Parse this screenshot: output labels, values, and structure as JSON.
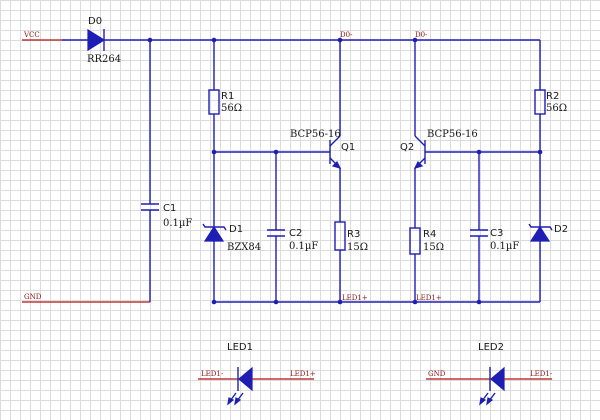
{
  "nets": {
    "vcc": "VCC",
    "gnd": "GND",
    "d0_a": "D0-",
    "d0_b": "D0-",
    "led1p_a": "LED1+",
    "led1p_b": "LED1+",
    "led1m_a": "LED1-",
    "led1p_c": "LED1+",
    "gnd_b": "GND",
    "led1m_b": "LED1-"
  },
  "components": {
    "d0": {
      "ref": "D0",
      "value": "RR264"
    },
    "r1": {
      "ref": "R1",
      "value": "56Ω"
    },
    "r2": {
      "ref": "R2",
      "value": "56Ω"
    },
    "q1": {
      "ref": "Q1",
      "value": "BCP56-16"
    },
    "q2": {
      "ref": "Q2",
      "value": "BCP56-16"
    },
    "c1": {
      "ref": "C1",
      "value": "0.1µF"
    },
    "c2": {
      "ref": "C2",
      "value": "0.1µF"
    },
    "c3": {
      "ref": "C3",
      "value": "0.1µF"
    },
    "d1": {
      "ref": "D1",
      "value": "BZX84"
    },
    "d2": {
      "ref": "D2"
    },
    "r3": {
      "ref": "R3",
      "value": "15Ω"
    },
    "r4": {
      "ref": "R4",
      "value": "15Ω"
    },
    "led1": {
      "ref": "LED1"
    },
    "led2": {
      "ref": "LED2"
    }
  }
}
